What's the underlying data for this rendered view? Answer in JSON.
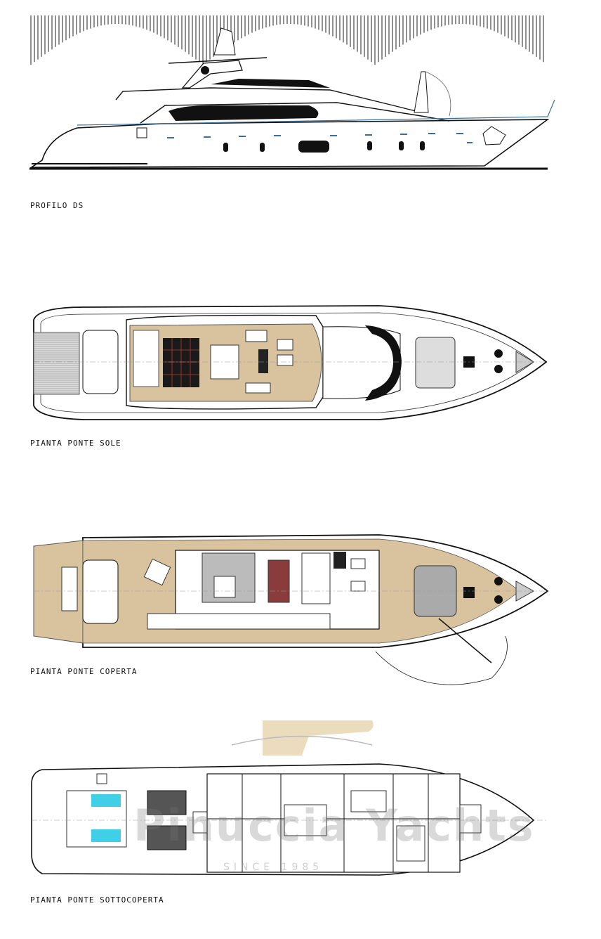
{
  "captions": {
    "profile": "PROFILO DS",
    "sun_deck": "PIANTA PONTE SOLE",
    "main_deck": "PIANTA PONTE COPERTA",
    "lower_deck": "PIANTA PONTE SOTTOCOPERTA"
  },
  "watermark": {
    "brand": "Pinuccia Yachts",
    "since": "SINCE 1985"
  },
  "colors": {
    "teak": "#d9c29e",
    "line": "#1a1a1a",
    "accent_blue": "#3fd0e8",
    "table_red": "#8a3b3b",
    "logo_tan": "#e6d3ad"
  }
}
